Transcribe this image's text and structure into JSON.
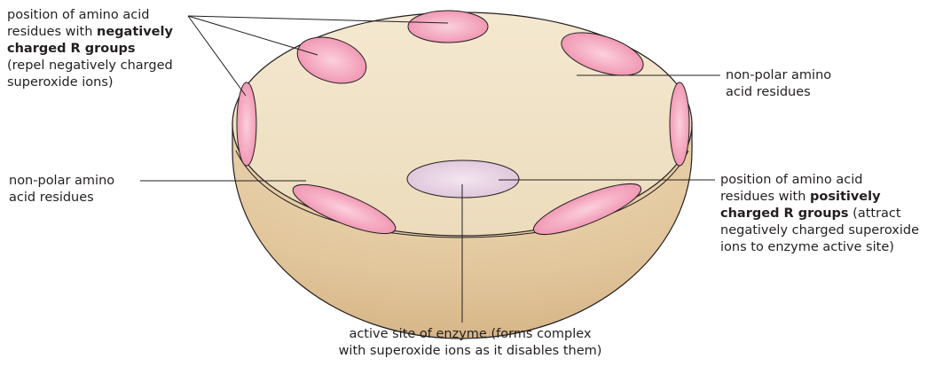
{
  "labels": {
    "negative": {
      "line1": "position of amino acid",
      "line2_pre": "residues with ",
      "line2_bold": "negatively",
      "line3_bold": "charged R groups",
      "line4": "(repel negatively charged",
      "line5": "superoxide ions)"
    },
    "nonpolar_right": {
      "line1": "non-polar amino",
      "line2": "acid residues"
    },
    "nonpolar_left": {
      "line1": "non-polar amino",
      "line2": "acid residues"
    },
    "positive": {
      "line1": "position of amino acid",
      "line2_pre": "residues with ",
      "line2_bold": "positively",
      "line3_bold": "charged R groups",
      "line3_post": " (attract",
      "line4": "negatively charged superoxide",
      "line5": "ions to enzyme active site)"
    },
    "active_site": {
      "line1": "active site of enzyme (forms complex",
      "line2": "with superoxide ions as it disables them)"
    }
  },
  "colors": {
    "bowl_top": "#f3e6cc",
    "bowl_side": "#e6cca3",
    "negative_patch": "#f08aaa",
    "active_site_patch": "#e4cce0",
    "leader_line": "#231f20"
  }
}
